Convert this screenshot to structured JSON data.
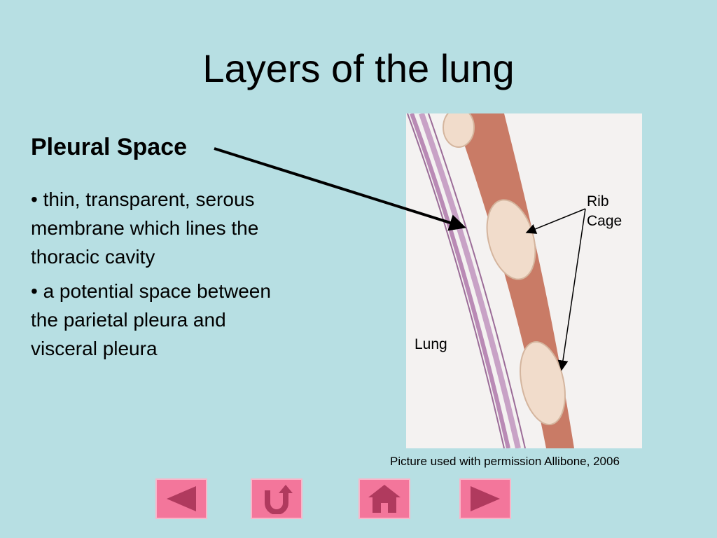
{
  "slide": {
    "title": "Layers of the lung",
    "subtitle": "Pleural Space",
    "bullets": [
      "• thin, transparent, serous membrane which lines the thoracic cavity",
      "• a potential space between the parietal pleura and visceral pleura"
    ]
  },
  "figure": {
    "labels": {
      "rib_cage_line1": "Rib",
      "rib_cage_line2": "Cage",
      "lung": "Lung"
    },
    "caption": "Picture used with permission Allibone, 2006"
  },
  "nav": {
    "buttons": [
      {
        "icon": "triangle-left-icon"
      },
      {
        "icon": "return-arrow-icon"
      },
      {
        "icon": "home-icon"
      },
      {
        "icon": "triangle-right-icon"
      }
    ]
  },
  "colors": {
    "background": "#b7dfe3",
    "nav_button": "#f3769b",
    "nav_icon": "#b03a5e",
    "muscle": "#c97b66",
    "bone": "#f1dccb",
    "pleura": "#c8a2c6"
  }
}
